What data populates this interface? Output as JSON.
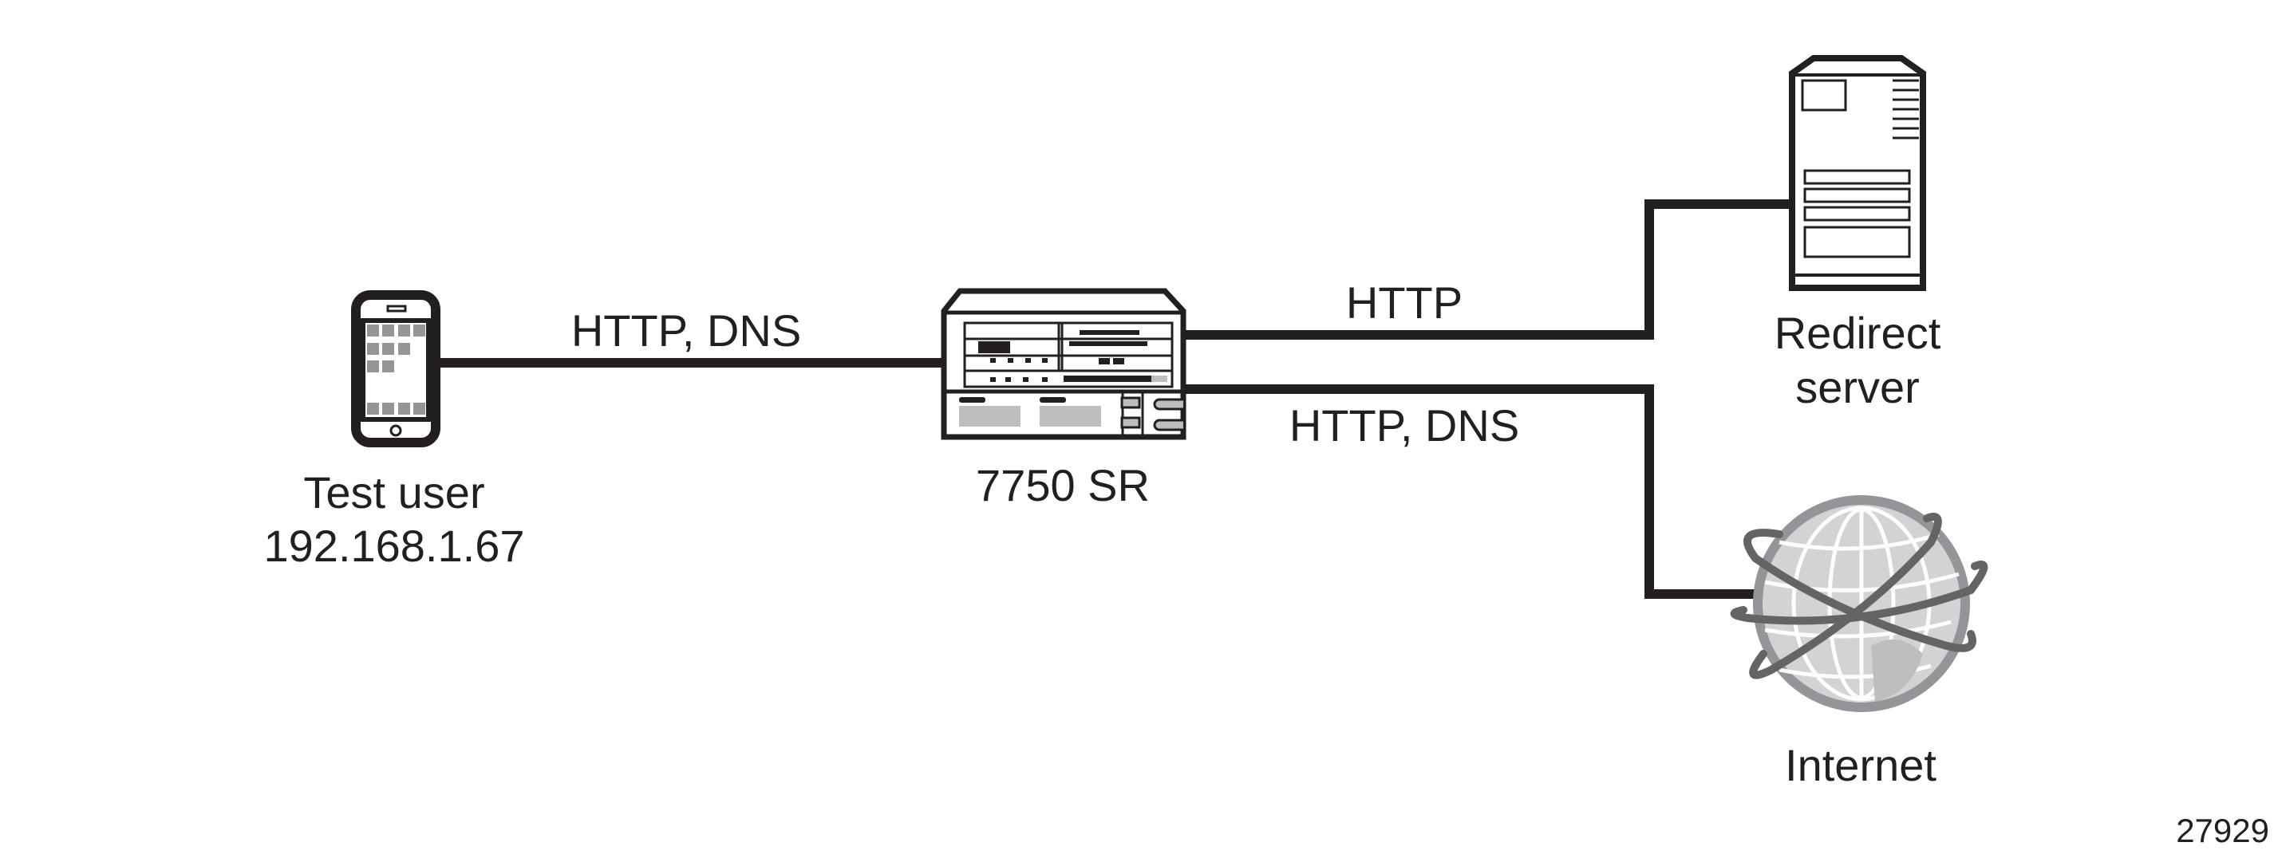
{
  "nodes": {
    "test_user": {
      "name": "Test user",
      "ip": "192.168.1.67"
    },
    "router": {
      "name": "7750 SR"
    },
    "redirect_server": {
      "line1": "Redirect",
      "line2": "server"
    },
    "internet": {
      "name": "Internet"
    }
  },
  "links": {
    "user_router": "HTTP, DNS",
    "router_redirect": "HTTP",
    "router_internet": "HTTP, DNS"
  },
  "figure_number": "27929",
  "colors": {
    "line": "#231f20",
    "gray": "#939598",
    "light_gray": "#bcbec0"
  }
}
